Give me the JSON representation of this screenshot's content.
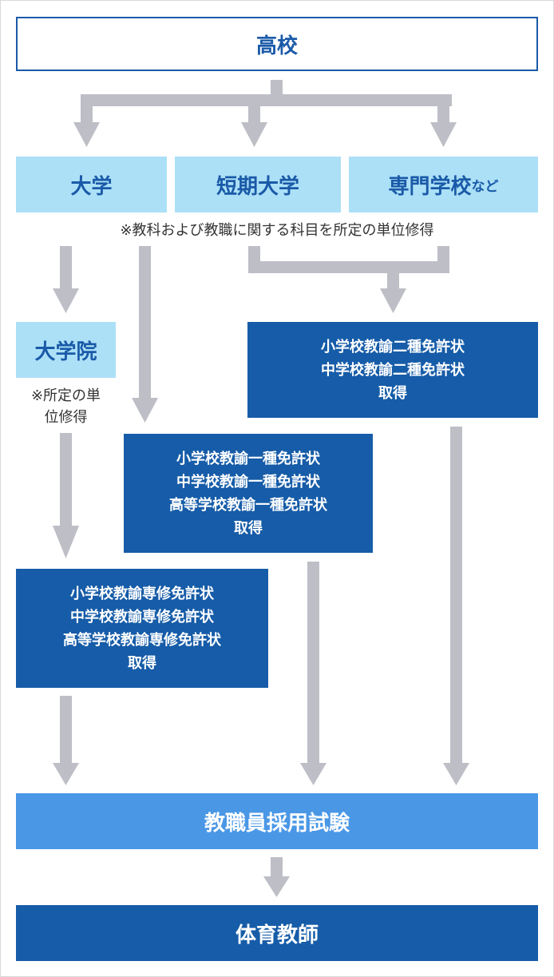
{
  "top": {
    "label": "高校"
  },
  "schools": [
    {
      "label": "大学",
      "suffix": ""
    },
    {
      "label": "短期大学",
      "suffix": ""
    },
    {
      "label": "専門学校",
      "suffix": "など"
    }
  ],
  "schools_note": "※教科および教職に関する科目を所定の単位修得",
  "graduate": {
    "label": "大学院",
    "note_line1": "※所定の単",
    "note_line2": "位修得"
  },
  "license_type2": {
    "lines": [
      "小学校教諭二種免許状",
      "中学校教諭二種免許状",
      "取得"
    ]
  },
  "license_type1": {
    "lines": [
      "小学校教諭一種免許状",
      "中学校教諭一種免許状",
      "高等学校教諭一種免許状",
      "取得"
    ]
  },
  "license_special": {
    "lines": [
      "小学校教諭専修免許状",
      "中学校教諭専修免許状",
      "高等学校教諭専修免許状",
      "取得"
    ]
  },
  "exam": {
    "label": "教職員採用試験"
  },
  "goal": {
    "label": "体育教師"
  },
  "colors": {
    "arrow": "#bdbec6",
    "dark_blue": "#165ca8",
    "light_blue": "#ace0f7",
    "mid_blue": "#4a97e6"
  }
}
